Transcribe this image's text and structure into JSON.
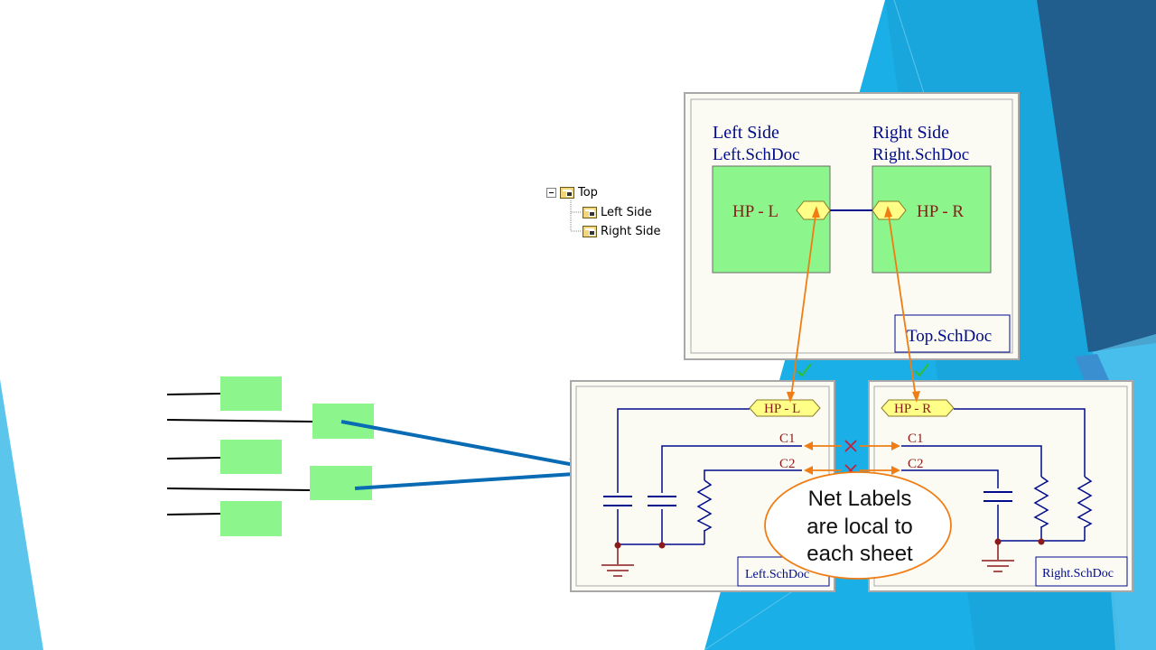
{
  "tree": {
    "root": "Top",
    "children": [
      "Left Side",
      "Right Side"
    ]
  },
  "top_sheet": {
    "left_block": {
      "title": "Left Side",
      "file": "Left.SchDoc",
      "port": "HP - L"
    },
    "right_block": {
      "title": "Right Side",
      "file": "Right.SchDoc",
      "port": "HP - R"
    },
    "title_block": "Top.SchDoc"
  },
  "left_sheet": {
    "port": "HP - L",
    "net_labels": [
      "C1",
      "C2"
    ],
    "title_block": "Left.SchDoc"
  },
  "right_sheet": {
    "port": "HP - R",
    "net_labels": [
      "C1",
      "C2"
    ],
    "title_block": "Right.SchDoc"
  },
  "callout": {
    "lines": [
      "Net Labels",
      "are local to",
      "each sheet"
    ]
  },
  "colors": {
    "accent_blue": "#1aafe6",
    "dark_blue": "#215d8d",
    "block_green": "#8cf58c",
    "wire_blue": "#000a8c",
    "arrow_orange": "#f07d14",
    "label_red": "#8b1a1a",
    "check_green": "#2ec02e"
  }
}
